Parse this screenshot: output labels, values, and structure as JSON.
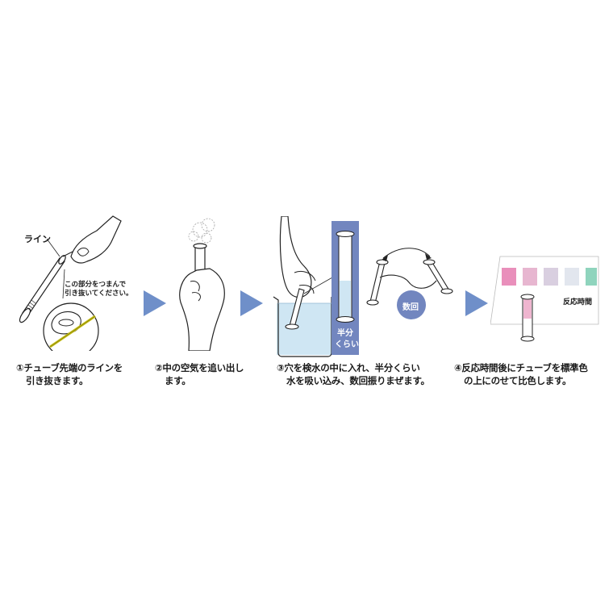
{
  "labels": {
    "line": "ライン",
    "pinch_hint_1": "この部分をつまんで",
    "pinch_hint_2": "引き抜いてください。",
    "half_1": "半分",
    "half_2": "くらい",
    "several_times": "数回",
    "reaction_time": "反応時間"
  },
  "steps": [
    {
      "line1": "①チューブ先端のラインを",
      "line2": "引き抜きます。"
    },
    {
      "line1": "②中の空気を追い出し",
      "line2": "ます。"
    },
    {
      "line1": "③穴を検水の中に入れ、半分くらい",
      "line2": "水を吸い込み、数回振りまぜます。"
    },
    {
      "line1": "④反応時間後にチューブを標準色",
      "line2": "の上にのせて比色します。"
    }
  ],
  "colors": {
    "arrow": "#6f8fc9",
    "panel": "#7286bf",
    "water": "#cfe6f3",
    "standard_colors": [
      "#e98fbb",
      "#e7b6d0",
      "#d9cfe0",
      "#e2e6ee",
      "#8fd4bd"
    ],
    "tube_result": "#efb5cf"
  }
}
